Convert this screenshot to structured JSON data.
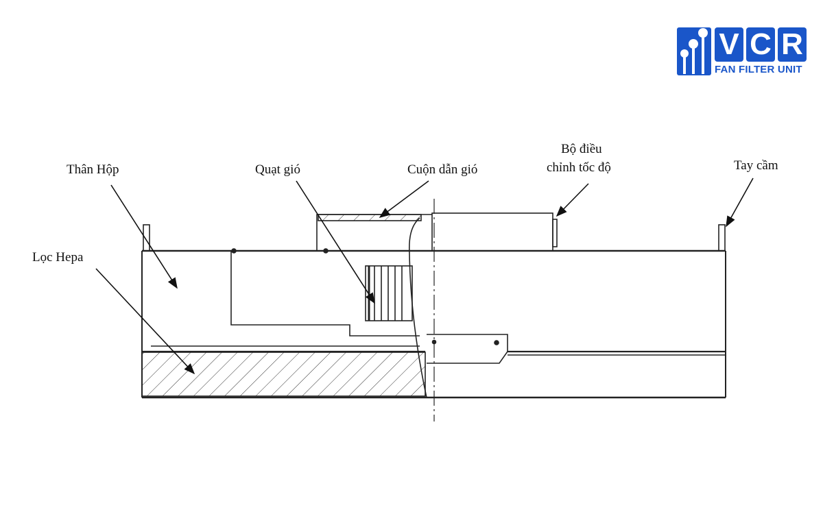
{
  "logo": {
    "letters": [
      "V",
      "C",
      "R"
    ],
    "subtitle": "FAN FILTER UNIT",
    "brand_color": "#1a56c9"
  },
  "labels": {
    "than_hop": "Thân Hộp",
    "loc_hepa": "Lọc Hepa",
    "quat_gio": "Quạt gió",
    "cuon_dan_gio": "Cuộn dẫn gió",
    "bo_dieu_line1": "Bộ điều",
    "bo_dieu_line2": "chỉnh tốc độ",
    "tay_cam": "Tay cầm"
  }
}
